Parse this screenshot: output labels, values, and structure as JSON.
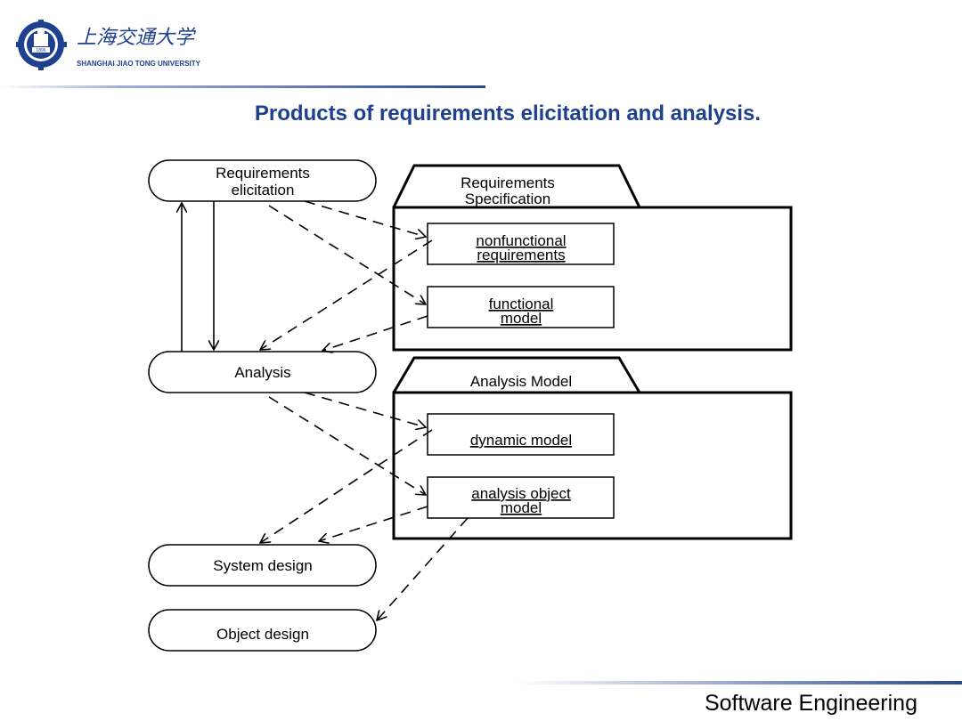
{
  "logo": {
    "chinese_name": "上海交通大学",
    "english_name": "SHANGHAI JIAO TONG UNIVERSITY",
    "seal_year": "1896"
  },
  "title": "Products of requirements elicitation and analysis.",
  "nodes": {
    "req_elicitation": [
      "Requirements",
      "elicitation"
    ],
    "analysis": "Analysis",
    "system_design": "System design",
    "object_design": "Object design"
  },
  "packages": {
    "req_spec": {
      "label": [
        "Requirements",
        "Specification"
      ],
      "items": {
        "nonfunctional": [
          "nonfunctional",
          "requirements"
        ],
        "functional": [
          "functional",
          "model"
        ]
      }
    },
    "analysis_model": {
      "label": "Analysis Model",
      "items": {
        "dynamic": "dynamic model",
        "analysis_object": [
          "analysis object",
          "model"
        ]
      }
    }
  },
  "footer": "Software Engineering"
}
